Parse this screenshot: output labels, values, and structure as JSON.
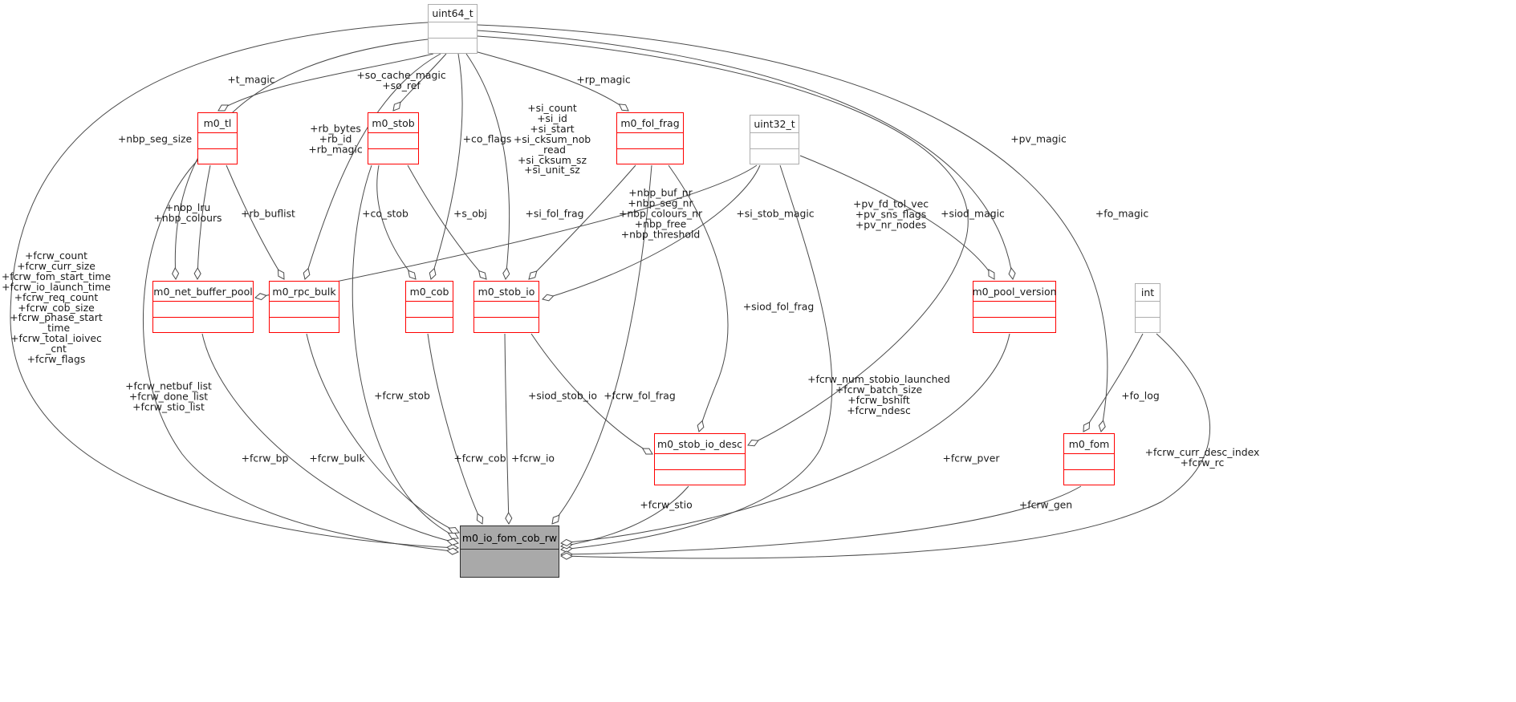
{
  "diagram": {
    "kind": "collaboration-diagram",
    "focus_struct": "m0_io_fom_cob_rw",
    "colors": {
      "background": "#ffffff",
      "edge": "#4a4a4a",
      "class_border": "#ff0000",
      "plain_border": "#adadad",
      "focus_fill": "#a9a9a9",
      "text": "#1a1a1a"
    }
  },
  "nodes": [
    {
      "id": "uint64_t",
      "label": "uint64_t",
      "kind": "plain"
    },
    {
      "id": "m0_tl",
      "label": "m0_tl",
      "kind": "class"
    },
    {
      "id": "m0_stob",
      "label": "m0_stob",
      "kind": "class"
    },
    {
      "id": "m0_fol_frag",
      "label": "m0_fol_frag",
      "kind": "class"
    },
    {
      "id": "uint32_t",
      "label": "uint32_t",
      "kind": "plain"
    },
    {
      "id": "m0_net_buffer_pool",
      "label": "m0_net_buffer_pool",
      "kind": "class"
    },
    {
      "id": "m0_rpc_bulk",
      "label": "m0_rpc_bulk",
      "kind": "class"
    },
    {
      "id": "m0_cob",
      "label": "m0_cob",
      "kind": "class"
    },
    {
      "id": "m0_stob_io",
      "label": "m0_stob_io",
      "kind": "class"
    },
    {
      "id": "m0_pool_version",
      "label": "m0_pool_version",
      "kind": "class"
    },
    {
      "id": "int",
      "label": "int",
      "kind": "plain"
    },
    {
      "id": "m0_stob_io_desc",
      "label": "m0_stob_io_desc",
      "kind": "class"
    },
    {
      "id": "m0_fom",
      "label": "m0_fom",
      "kind": "class"
    },
    {
      "id": "m0_io_fom_cob_rw",
      "label": "m0_io_fom_cob_rw",
      "kind": "focus"
    }
  ],
  "edge_labels": [
    {
      "text": "+t_magic"
    },
    {
      "text": "+so_cache_magic\n+so_ref"
    },
    {
      "text": "+rp_magic"
    },
    {
      "text": "+nbp_seg_size"
    },
    {
      "text": "+rb_bytes\n+rb_id\n+rb_magic"
    },
    {
      "text": "+co_flags"
    },
    {
      "text": "+si_count\n+si_id\n+si_start\n+si_cksum_nob\n_read\n+si_cksum_sz\n+si_unit_sz"
    },
    {
      "text": "+pv_magic"
    },
    {
      "text": "+nbp_lru\n+nbp_colours"
    },
    {
      "text": "+rb_buflist"
    },
    {
      "text": "+co_stob"
    },
    {
      "text": "+s_obj"
    },
    {
      "text": "+si_fol_frag"
    },
    {
      "text": "+nbp_buf_nr\n+nbp_seg_nr\n+nbp_colours_nr\n+nbp_free\n+nbp_threshold"
    },
    {
      "text": "+si_stob_magic"
    },
    {
      "text": "+pv_fd_tol_vec\n+pv_sns_flags\n+pv_nr_nodes"
    },
    {
      "text": "+siod_magic"
    },
    {
      "text": "+fo_magic"
    },
    {
      "text": "+fcrw_count\n+fcrw_curr_size\n+fcrw_fom_start_time\n+fcrw_io_launch_time\n+fcrw_req_count\n+fcrw_cob_size\n+fcrw_phase_start\n_time\n+fcrw_total_ioivec\n_cnt\n+fcrw_flags"
    },
    {
      "text": "+siod_fol_frag"
    },
    {
      "text": "+fcrw_netbuf_list\n+fcrw_done_list\n+fcrw_stio_list"
    },
    {
      "text": "+fcrw_stob"
    },
    {
      "text": "+siod_stob_io"
    },
    {
      "text": "+fcrw_fol_frag"
    },
    {
      "text": "+fcrw_num_stobio_launched\n+fcrw_batch_size\n+fcrw_bshift\n+fcrw_ndesc"
    },
    {
      "text": "+fo_log"
    },
    {
      "text": "+fcrw_bp"
    },
    {
      "text": "+fcrw_bulk"
    },
    {
      "text": "+fcrw_cob"
    },
    {
      "text": "+fcrw_io"
    },
    {
      "text": "+fcrw_pver"
    },
    {
      "text": "+fcrw_curr_desc_index\n+fcrw_rc"
    },
    {
      "text": "+fcrw_stio"
    },
    {
      "text": "+fcrw_gen"
    }
  ],
  "edges": [
    {
      "from": "uint64_t",
      "to": "m0_tl",
      "label_index": 0
    },
    {
      "from": "uint64_t",
      "to": "m0_stob",
      "label_index": 1
    },
    {
      "from": "uint64_t",
      "to": "m0_fol_frag",
      "label_index": 2
    },
    {
      "from": "uint64_t",
      "to": "m0_net_buffer_pool",
      "label_index": 3
    },
    {
      "from": "uint64_t",
      "to": "m0_rpc_bulk",
      "label_index": 4
    },
    {
      "from": "uint64_t",
      "to": "m0_cob",
      "label_index": 5
    },
    {
      "from": "uint64_t",
      "to": "m0_stob_io",
      "label_index": 6
    },
    {
      "from": "uint64_t",
      "to": "m0_pool_version",
      "label_index": 7
    },
    {
      "from": "uint64_t",
      "to": "m0_stob_io_desc",
      "label_index": 16
    },
    {
      "from": "uint64_t",
      "to": "m0_fom",
      "label_index": 17
    },
    {
      "from": "uint64_t",
      "to": "m0_io_fom_cob_rw",
      "label_index": 18
    },
    {
      "from": "uint32_t",
      "to": "m0_net_buffer_pool",
      "label_index": 13
    },
    {
      "from": "uint32_t",
      "to": "m0_stob_io",
      "label_index": 14
    },
    {
      "from": "uint32_t",
      "to": "m0_pool_version",
      "label_index": 15
    },
    {
      "from": "uint32_t",
      "to": "m0_io_fom_cob_rw",
      "label_index": 24
    },
    {
      "from": "m0_tl",
      "to": "m0_net_buffer_pool",
      "label_index": 8
    },
    {
      "from": "m0_tl",
      "to": "m0_rpc_bulk",
      "label_index": 9
    },
    {
      "from": "m0_tl",
      "to": "m0_io_fom_cob_rw",
      "label_index": 20
    },
    {
      "from": "m0_stob",
      "to": "m0_cob",
      "label_index": 10
    },
    {
      "from": "m0_stob",
      "to": "m0_stob_io",
      "label_index": 11
    },
    {
      "from": "m0_stob",
      "to": "m0_io_fom_cob_rw",
      "label_index": 21
    },
    {
      "from": "m0_fol_frag",
      "to": "m0_stob_io",
      "label_index": 12
    },
    {
      "from": "m0_fol_frag",
      "to": "m0_stob_io_desc",
      "label_index": 19
    },
    {
      "from": "m0_fol_frag",
      "to": "m0_io_fom_cob_rw",
      "label_index": 23
    },
    {
      "from": "m0_net_buffer_pool",
      "to": "m0_io_fom_cob_rw",
      "label_index": 26
    },
    {
      "from": "m0_rpc_bulk",
      "to": "m0_io_fom_cob_rw",
      "label_index": 27
    },
    {
      "from": "m0_cob",
      "to": "m0_io_fom_cob_rw",
      "label_index": 28
    },
    {
      "from": "m0_stob_io",
      "to": "m0_stob_io_desc",
      "label_index": 22
    },
    {
      "from": "m0_stob_io",
      "to": "m0_io_fom_cob_rw",
      "label_index": 29
    },
    {
      "from": "m0_stob_io_desc",
      "to": "m0_io_fom_cob_rw",
      "label_index": 32
    },
    {
      "from": "m0_pool_version",
      "to": "m0_io_fom_cob_rw",
      "label_index": 30
    },
    {
      "from": "m0_fom",
      "to": "m0_io_fom_cob_rw",
      "label_index": 33
    },
    {
      "from": "int",
      "to": "m0_fom",
      "label_index": 25
    },
    {
      "from": "int",
      "to": "m0_io_fom_cob_rw",
      "label_index": 31
    }
  ]
}
